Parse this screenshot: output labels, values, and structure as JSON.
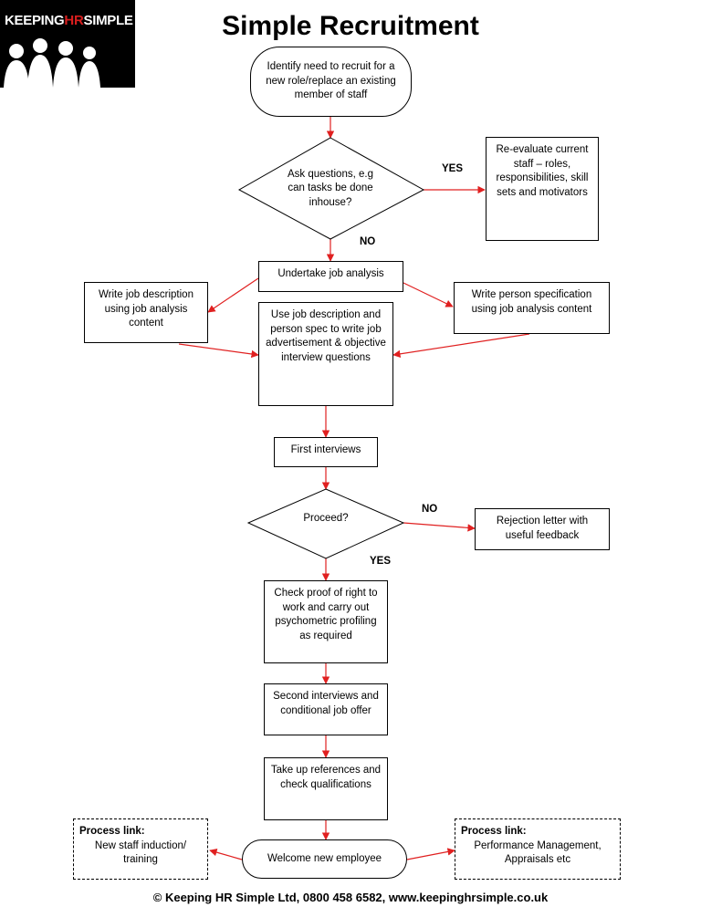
{
  "logo": {
    "text_left": "KEEPING",
    "text_hr": "HR",
    "text_right": "SIMPLE"
  },
  "title": "Simple Recruitment",
  "colors": {
    "arrow": "#e02020",
    "logo_bg": "#000000",
    "logo_accent": "#d81e1e"
  },
  "nodes": {
    "start": "Identify need to recruit for a new role/replace an existing member of staff",
    "decision_inhouse": "Ask questions, e.g can tasks be done inhouse?",
    "reevaluate": "Re-evaluate current staff – roles, responsibilities, skill sets and motivators",
    "job_analysis": "Undertake job analysis",
    "job_description": "Write job description using job analysis content",
    "person_spec": "Write person specification using job analysis content",
    "advertisement": "Use job description and person spec to write job advertisement & objective interview questions",
    "first_interviews": "First interviews",
    "decision_proceed": "Proceed?",
    "rejection": "Rejection letter with useful feedback",
    "right_to_work": "Check proof of right to work and carry out psychometric profiling as required",
    "second_interviews": "Second interviews and conditional job offer",
    "references": "Take up references and check qualifications",
    "welcome": "Welcome new employee",
    "induction_title": "Process link:",
    "induction_body": "New staff induction/ training",
    "performance_title": "Process link:",
    "performance_body": "Performance Management, Appraisals etc"
  },
  "edge_labels": {
    "yes_inhouse": "YES",
    "no_inhouse": "NO",
    "no_proceed": "NO",
    "yes_proceed": "YES"
  },
  "footer": "© Keeping HR Simple Ltd, 0800 458 6582, www.keepinghrsimple.co.uk"
}
